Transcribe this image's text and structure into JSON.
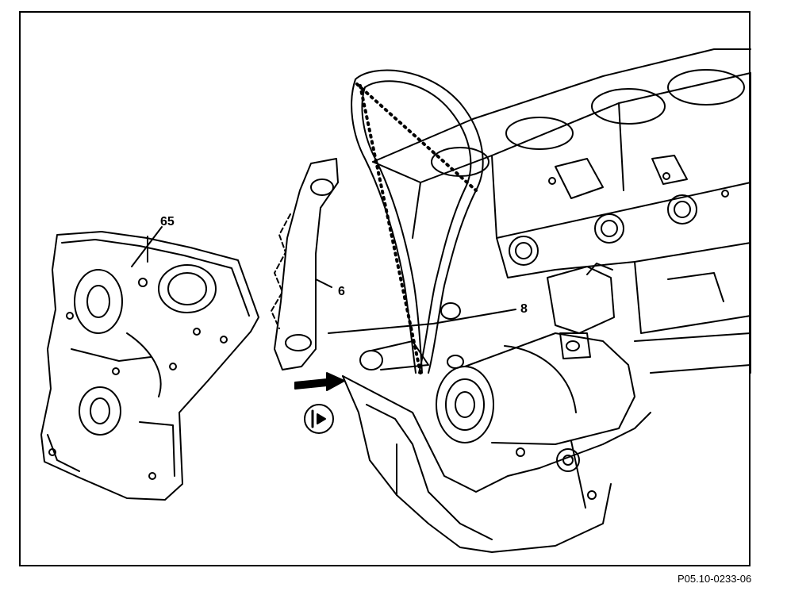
{
  "figure_id": "P05.10-0233-06",
  "labels": {
    "cover_part": "65",
    "rail_part": "6",
    "pin_part": "8"
  },
  "arrow_marker": "arrow-in-circle-icon"
}
